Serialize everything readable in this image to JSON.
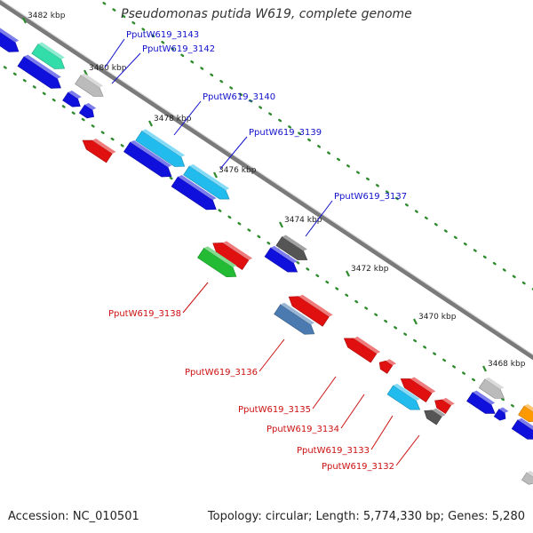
{
  "title": "Pseudomonas putida W619, complete genome",
  "footer": {
    "accession": "Accession: NC_010501",
    "summary": "Topology: circular; Length: 5,774,330 bp; Genes: 5,280"
  },
  "colors": {
    "backbone": "#7a7a7a",
    "tick": "#2e8b2e",
    "forward_label": "#1010cc",
    "reverse_label": "#cc1010",
    "blue_gene": "#1010dd",
    "red_gene": "#e01010",
    "green_gene": "#22bb33",
    "mint_gene": "#33ddaa",
    "cyan_gene": "#22bbee",
    "gray_gene": "#bbbbbb",
    "dark_gene": "#555555",
    "steel_gene": "#4a7ab0",
    "orange_gene": "#ff9900"
  },
  "kbp_labels": [
    "3482 kbp",
    "3480 kbp",
    "3478 kbp",
    "3476 kbp",
    "3474 kbp",
    "3472 kbp",
    "3470 kbp",
    "3468 kbp"
  ],
  "forward_genes": [
    "PputW619_3143",
    "PputW619_3142",
    "PputW619_3140",
    "PputW619_3139",
    "PputW619_3137"
  ],
  "reverse_genes": [
    "PputW619_3138",
    "PputW619_3136",
    "PputW619_3135",
    "PputW619_3134",
    "PputW619_3133",
    "PputW619_3132"
  ]
}
